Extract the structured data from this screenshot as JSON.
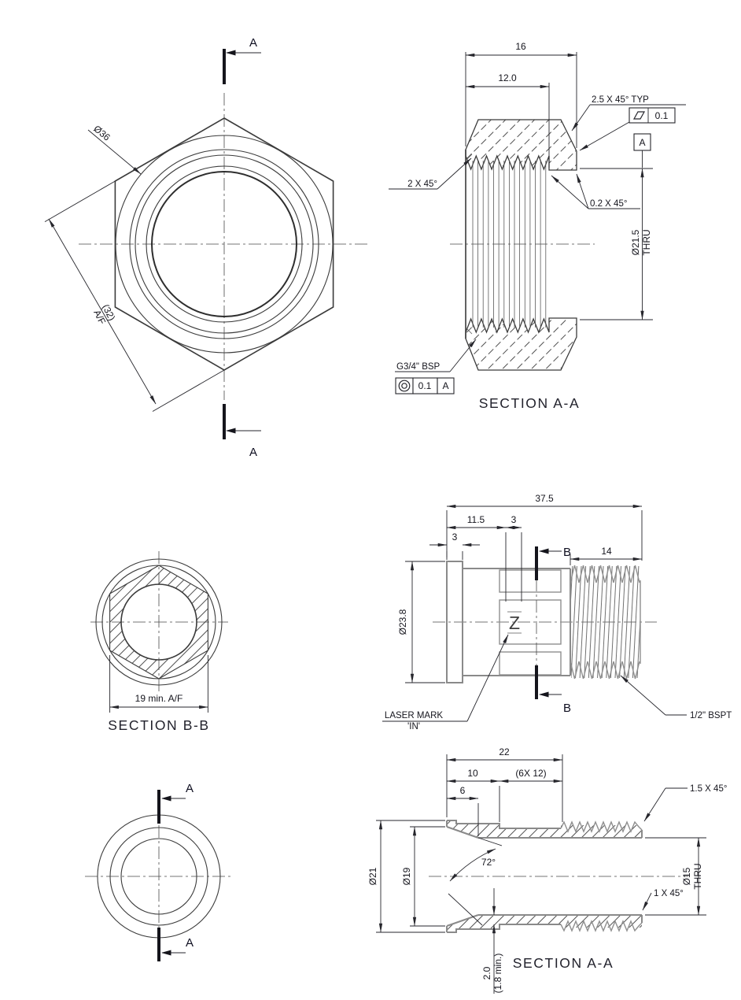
{
  "views": {
    "hexFront": {
      "cutTop": "A",
      "cutBottom": "A",
      "dia": "Ø36",
      "af1": "(32)",
      "af2": "A/F"
    },
    "nutSection": {
      "w": "16",
      "w2": "12.0",
      "chamferTyp": "2.5 X 45° TYP",
      "flatness": "0.1",
      "datum": "A",
      "chamferL": "2 X 45°",
      "chamfer02": "0.2 X 45°",
      "bore1": "Ø21.5",
      "bore2": "THRU",
      "thread": "G3/4\" BSP",
      "conc": "0.1",
      "concDatum": "A",
      "title": "SECTION A-A"
    },
    "sectionBB": {
      "af": "19 min. A/F",
      "title": "SECTION B-B"
    },
    "fittingSide": {
      "len": "37.5",
      "l115": "11.5",
      "l3a": "3",
      "l3b": "3",
      "l14": "14",
      "od": "Ø23.8",
      "cutTop": "B",
      "cutBottom": "B",
      "laser1": "LASER MARK",
      "laser2": "'IN'",
      "laserGlyph": "Z",
      "thread": "1/2\" BSPT"
    },
    "fittingFront": {
      "cutTop": "A",
      "cutBottom": "A"
    },
    "fittingSection": {
      "len": "22",
      "l10": "10",
      "l6x12": "(6X 12)",
      "l6": "6",
      "ch15": "1.5 X 45°",
      "angle": "72°",
      "d21": "Ø21",
      "d19": "Ø19",
      "d151": "Ø15",
      "d152": "THRU",
      "ch1": "1 X 45°",
      "wall1": "2.0",
      "wall2": "(1.8 min.)",
      "title": "SECTION A-A"
    }
  }
}
